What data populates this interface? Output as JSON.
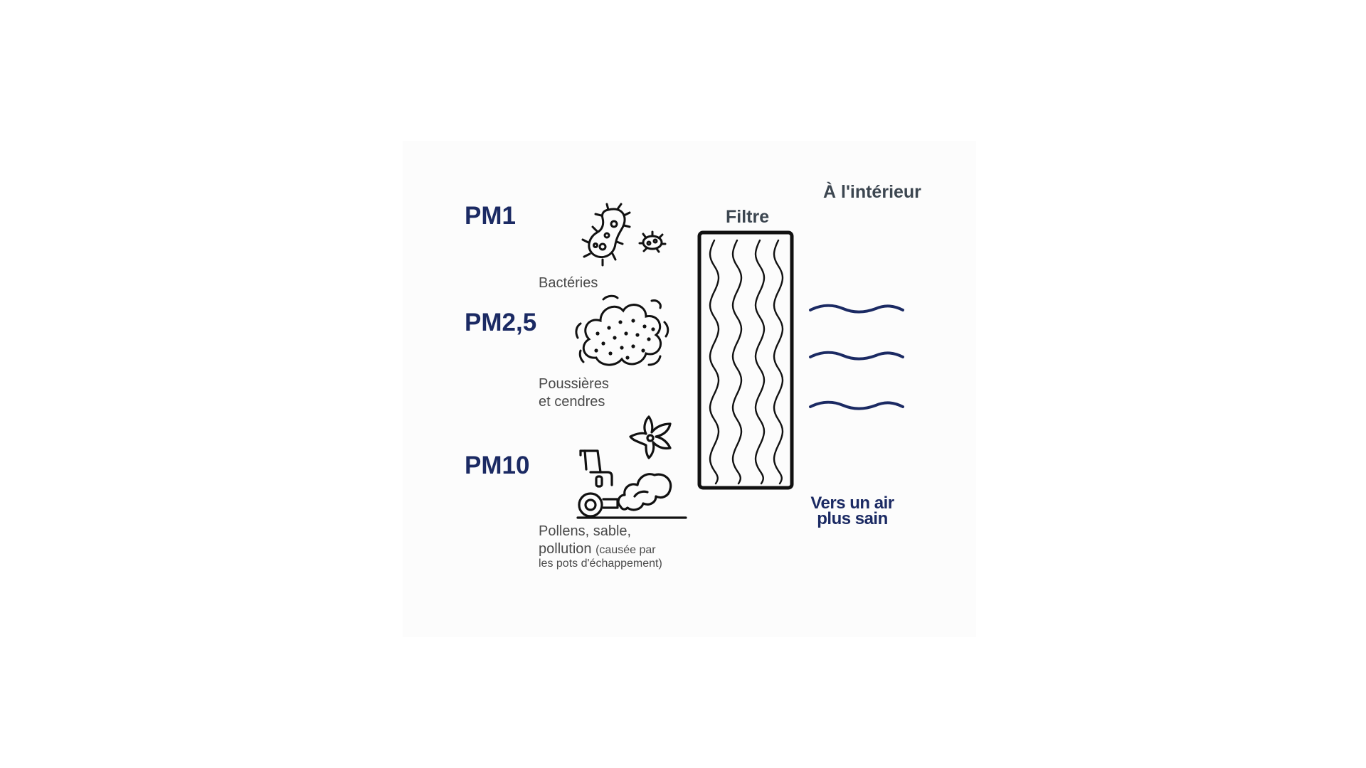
{
  "particles": [
    {
      "label": "PM1",
      "caption_lines": [
        "Bactéries"
      ],
      "icon": "bacteria-icon"
    },
    {
      "label": "PM2,5",
      "caption_lines": [
        "Poussières",
        "et cendres"
      ],
      "icon": "dust-cloud-icon"
    },
    {
      "label": "PM10",
      "caption_lines": [
        "Pollens,  sable,",
        "pollution"
      ],
      "caption_small": [
        "(causée par",
        "les pots d'échappement)"
      ],
      "icon": "pollen-car-exhaust-icon"
    }
  ],
  "filter": {
    "label": "Filtre",
    "icon": "filter-icon"
  },
  "indoor": {
    "label": "À l'intérieur",
    "icon": "air-wave-icon"
  },
  "result": {
    "line1": "Vers un  air",
    "line2": "plus sain"
  },
  "colors": {
    "accent": "#1b2a63",
    "heading": "#3c4650",
    "text": "#4a4a4a",
    "icon": "#111111"
  }
}
